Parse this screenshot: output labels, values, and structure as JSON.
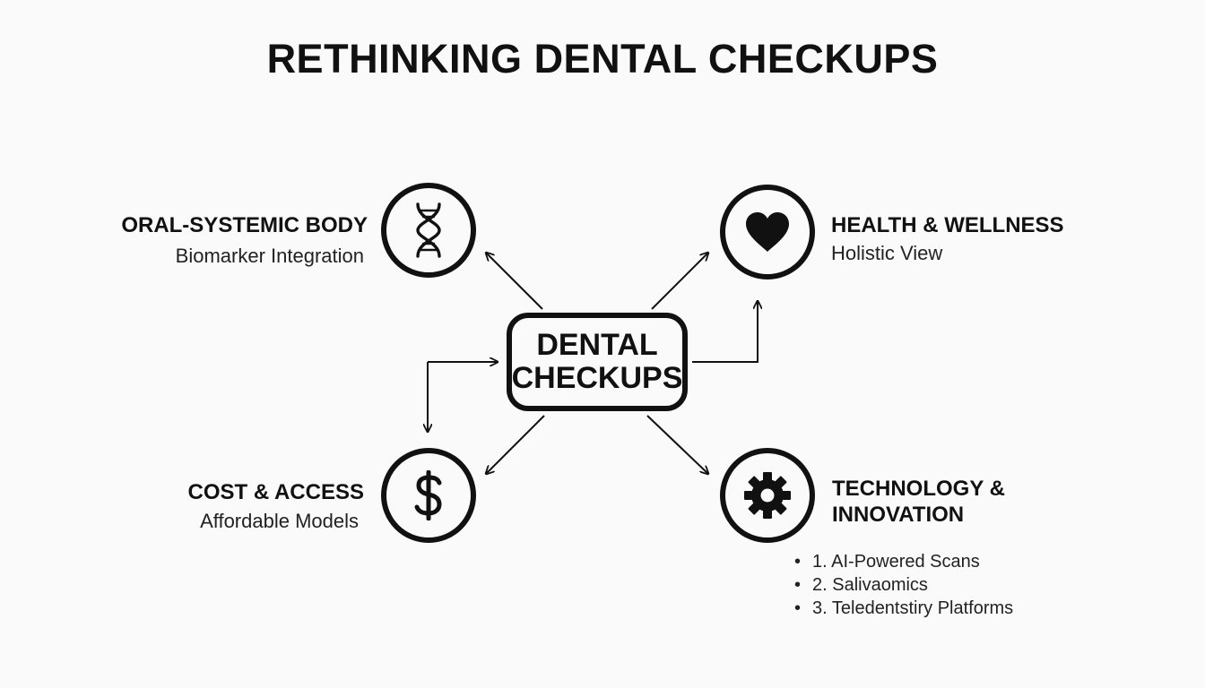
{
  "title": "RETHINKING DENTAL CHECKUPS",
  "center": {
    "line1": "DENTAL",
    "line2": "CHECKUPS"
  },
  "nodes": {
    "oral_systemic": {
      "title": "ORAL-SYSTEMIC BODY",
      "subtitle": "Biomarker Integration",
      "icon": "dna-icon"
    },
    "health": {
      "title": "HEALTH & WELLNESS",
      "subtitle": "Holistic View",
      "icon": "heart-icon"
    },
    "cost": {
      "title": "COST & ACCESS",
      "subtitle": "Affordable Models",
      "icon": "dollar-icon"
    },
    "technology": {
      "title_line1": "TECHNOLOGY &",
      "title_line2": "INNOVATION",
      "icon": "gear-icon",
      "items": [
        "1. AI-Powered Scans",
        "2. Salivaomics",
        "3. Teledentstiry Platforms"
      ]
    }
  },
  "colors": {
    "ink": "#111111",
    "background": "#fafafa"
  }
}
